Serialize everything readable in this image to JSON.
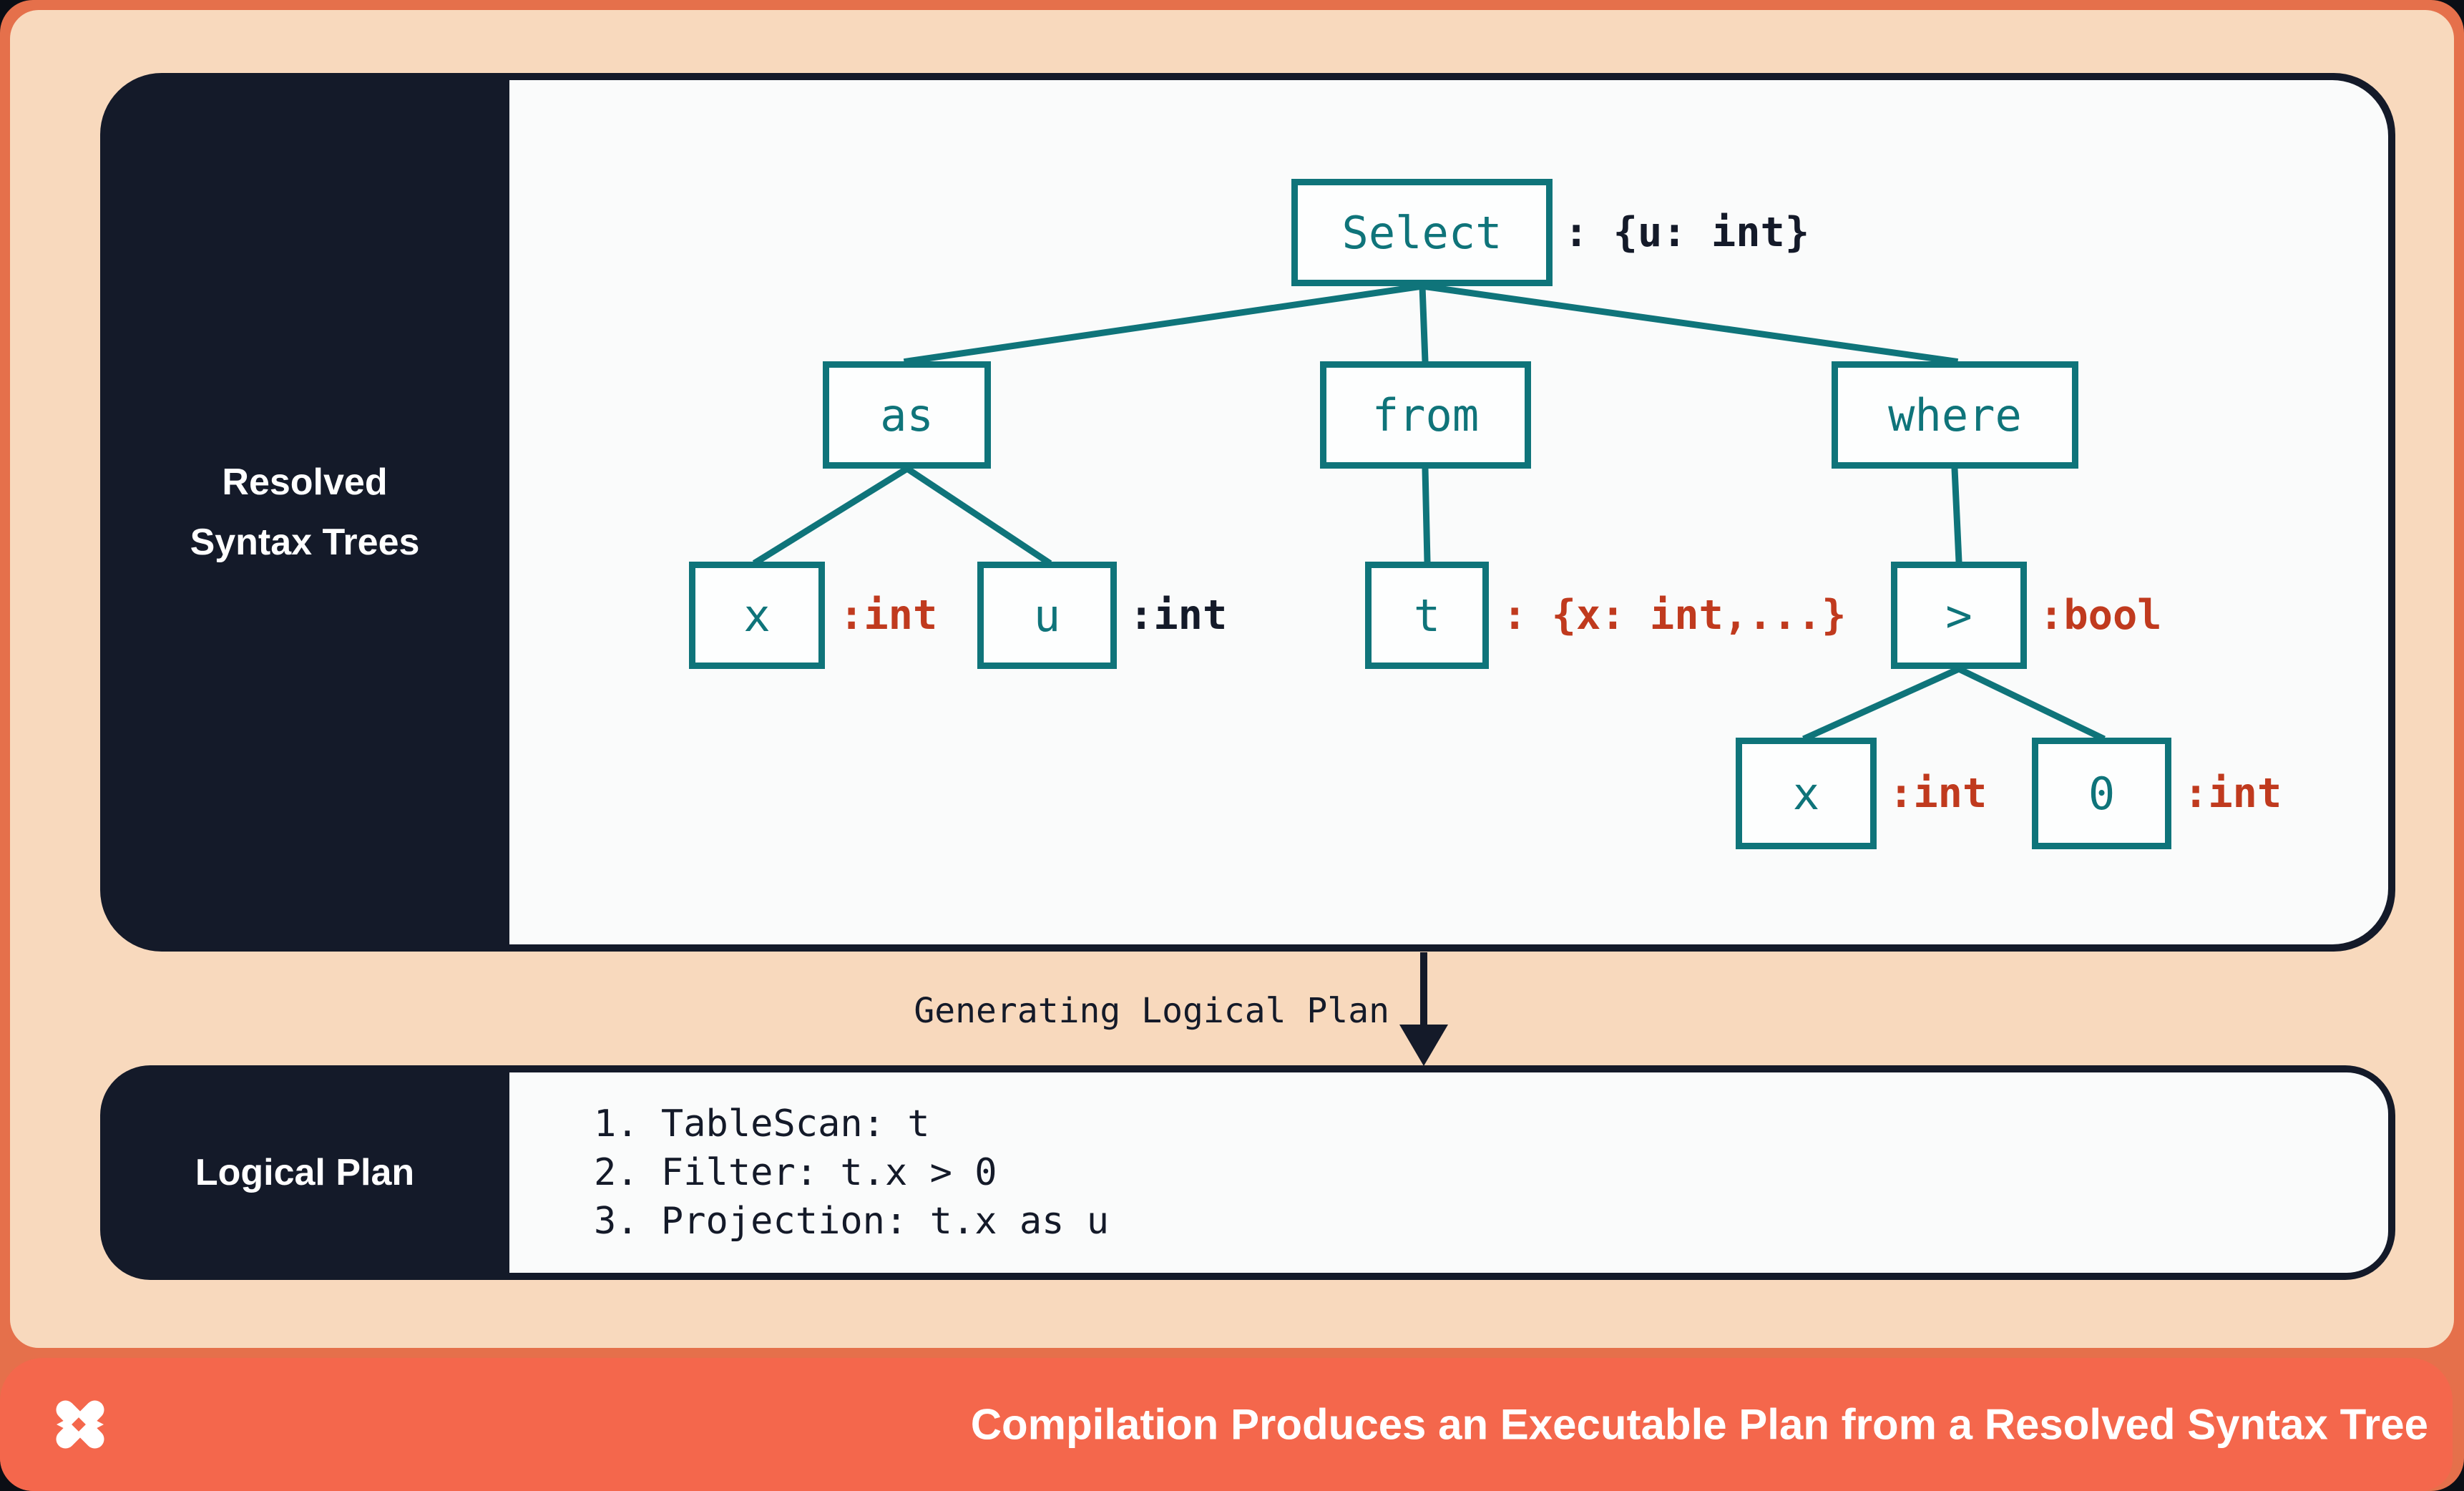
{
  "colors": {
    "teal": "#0f747a",
    "red": "#c03a1e",
    "navy": "#141a29",
    "peach": "#f8d9bd",
    "footer_orange": "#f4674c",
    "slide_border_orange": "#e5704b",
    "content_background": "#fafbfb",
    "white": "#ffffff"
  },
  "upper_card": {
    "label_line1": "Resolved",
    "label_line2": "Syntax Trees",
    "tree": {
      "nodes": [
        {
          "id": "select",
          "label": "Select",
          "annotation": ": {u: int}",
          "annotation_color": "navy"
        },
        {
          "id": "as",
          "label": "as"
        },
        {
          "id": "from",
          "label": "from"
        },
        {
          "id": "where",
          "label": "where"
        },
        {
          "id": "x1",
          "label": "x",
          "annotation": ":int",
          "annotation_color": "red"
        },
        {
          "id": "u",
          "label": "u",
          "annotation": ":int",
          "annotation_color": "navy"
        },
        {
          "id": "t",
          "label": "t",
          "annotation": ": {x: int,...}",
          "annotation_color": "red"
        },
        {
          "id": "gt",
          "label": ">",
          "annotation": ":bool",
          "annotation_color": "red"
        },
        {
          "id": "x2",
          "label": "x",
          "annotation": ":int",
          "annotation_color": "red"
        },
        {
          "id": "zero",
          "label": "0",
          "annotation": ":int",
          "annotation_color": "red"
        }
      ],
      "edges": [
        [
          "Select",
          "as"
        ],
        [
          "Select",
          "from"
        ],
        [
          "Select",
          "where"
        ],
        [
          "as",
          "x"
        ],
        [
          "as",
          "u"
        ],
        [
          "from",
          "t"
        ],
        [
          "where",
          ">"
        ],
        [
          ">",
          "x"
        ],
        [
          ">",
          "0"
        ]
      ]
    }
  },
  "transition": {
    "label": "Generating Logical Plan",
    "arrow_icon": "down-arrow-icon"
  },
  "lower_card": {
    "label": "Logical Plan",
    "steps": [
      "1. TableScan: t",
      "2. Filter: t.x > 0",
      "3. Projection: t.x as u"
    ]
  },
  "footer": {
    "logo_icon": "pinwheel-x-logo",
    "title": "Compilation Produces an Executable Plan from a Resolved Syntax Tree"
  }
}
